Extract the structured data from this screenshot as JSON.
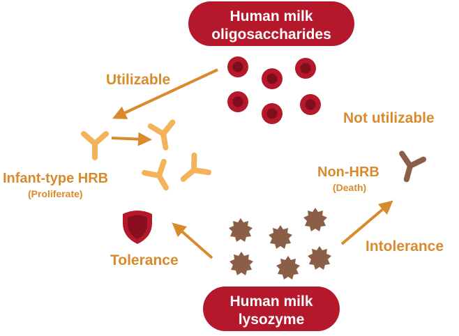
{
  "colors": {
    "brand_red": "#b5172b",
    "orange": "#d98a2c",
    "light_orange": "#f3b35b",
    "brown": "#8b5e48",
    "white": "#ffffff"
  },
  "hmo": {
    "line1": "Human milk",
    "line2": "oligosaccharides",
    "icon": "red-blood-cell-icon"
  },
  "lysozyme": {
    "line1": "Human milk",
    "line2": "lysozyme",
    "icon": "spiky-particle-icon"
  },
  "labels": {
    "utilizable": "Utilizable",
    "not_utilizable": "Not utilizable",
    "infant_hrb": "Infant-type HRB",
    "proliferate": "(Proliferate)",
    "non_hrb": "Non-HRB",
    "death": "(Death)",
    "tolerance": "Tolerance",
    "intolerance": "Intolerance"
  },
  "icons": {
    "bacteria": "y-shaped-bacteria-icon",
    "shield": "shield-icon",
    "arrow": "arrow-icon"
  }
}
